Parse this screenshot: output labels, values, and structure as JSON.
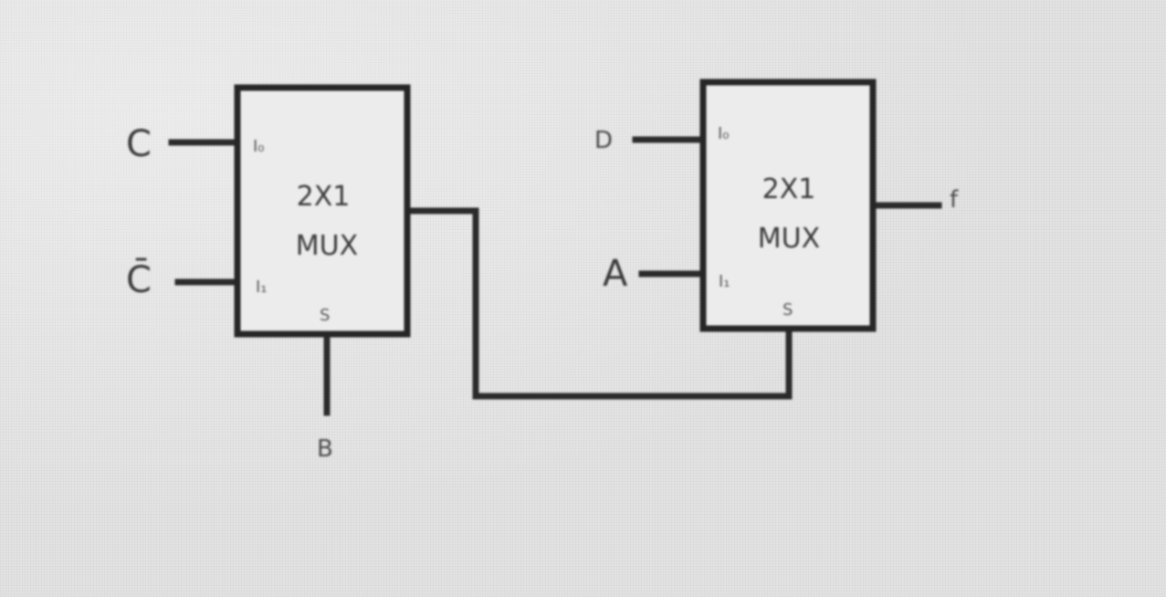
{
  "mux1": {
    "title_line1": "2X1",
    "title_line2": "MUX",
    "pin_i0": "I₀",
    "pin_i1": "I₁",
    "pin_s": "S",
    "input_top": "C",
    "input_bottom": "C̄",
    "select_input": "B"
  },
  "mux2": {
    "title_line1": "2X1",
    "title_line2": "MUX",
    "pin_i0": "I₀",
    "pin_i1": "I₁",
    "pin_s": "S",
    "input_top": "D",
    "input_bottom": "A",
    "output": "f"
  }
}
